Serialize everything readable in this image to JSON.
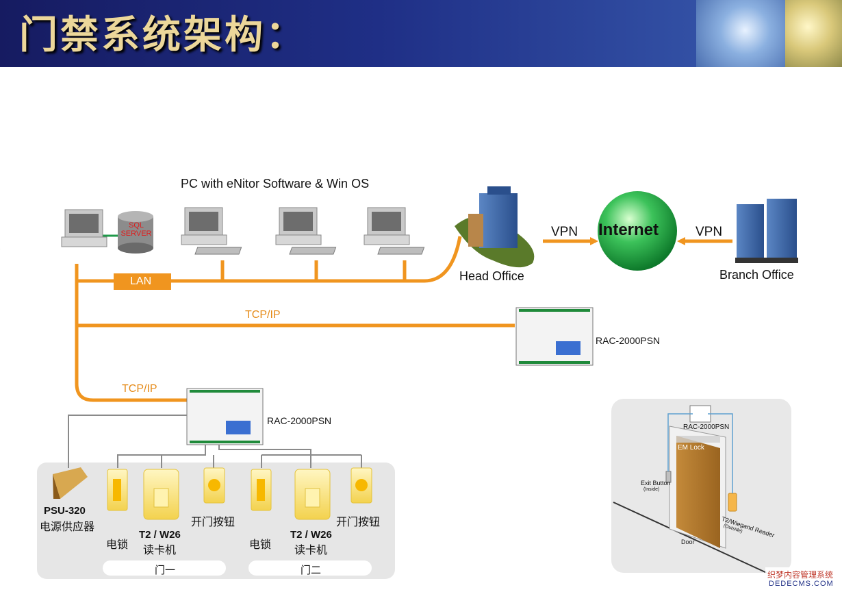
{
  "header": {
    "title": "门禁系统架构："
  },
  "network": {
    "pc_caption": "PC with eNitor Software & Win OS",
    "sql_label": "SQL SERVER",
    "lan_label": "LAN",
    "tcpip_label_1": "TCP/IP",
    "tcpip_label_2": "TCP/IP",
    "head_office": "Head Office",
    "internet": "Internet",
    "vpn_left": "VPN",
    "vpn_right": "VPN",
    "branch_office": "Branch Office",
    "controller_1": "RAC-2000PSN",
    "controller_2": "RAC-2000PSN"
  },
  "devices": {
    "psu_model": "PSU-320",
    "psu_name": "电源供应器",
    "door1": {
      "lock": "电锁",
      "reader_model": "T2 / W26",
      "reader_name": "读卡机",
      "button": "开门按钮",
      "group": "门一"
    },
    "door2": {
      "lock": "电锁",
      "reader_model": "T2 / W26",
      "reader_name": "读卡机",
      "button": "开门按钮",
      "group": "门二"
    }
  },
  "door_diagram": {
    "controller": "RAC-2000PSN",
    "em_lock": "EM Lock",
    "exit_button": "Exit Button",
    "exit_inside": "(Inside)",
    "reader": "T2/Wiegand Reader",
    "reader_outside": "(Outside)",
    "door": "Door"
  },
  "watermark": {
    "line1": "织梦内容管理系统",
    "line2": "DEDECMS.COM"
  },
  "colors": {
    "cable": "#f0951f",
    "header_bg": "#1c2a7c",
    "header_text": "#ecd79a",
    "panel": "#e6e6e6",
    "internet": "#2eb34b"
  }
}
